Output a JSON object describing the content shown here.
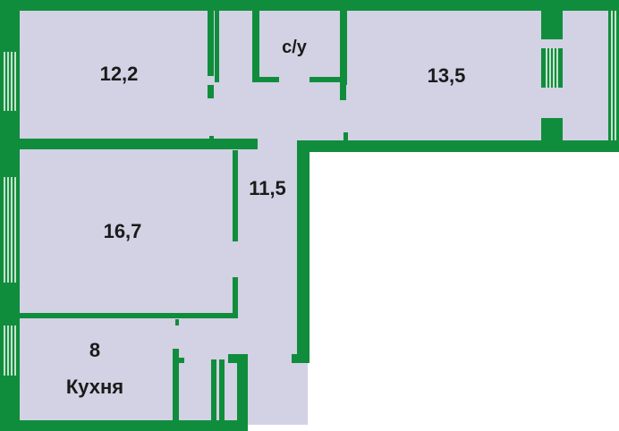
{
  "floor_plan": {
    "colors": {
      "wall": "#108d3c",
      "floor": "#d3d1e4",
      "window_line": "#ffffff",
      "text": "#1a1a1a"
    },
    "rooms": [
      {
        "id": "room-a",
        "area": "12,2"
      },
      {
        "id": "bathroom",
        "area": "с/у"
      },
      {
        "id": "room-b",
        "area": "13,5"
      },
      {
        "id": "hall",
        "area": "11,5"
      },
      {
        "id": "room-c",
        "area": "16,7"
      },
      {
        "id": "kitchen",
        "area": "8",
        "name": "Кухня"
      }
    ]
  }
}
